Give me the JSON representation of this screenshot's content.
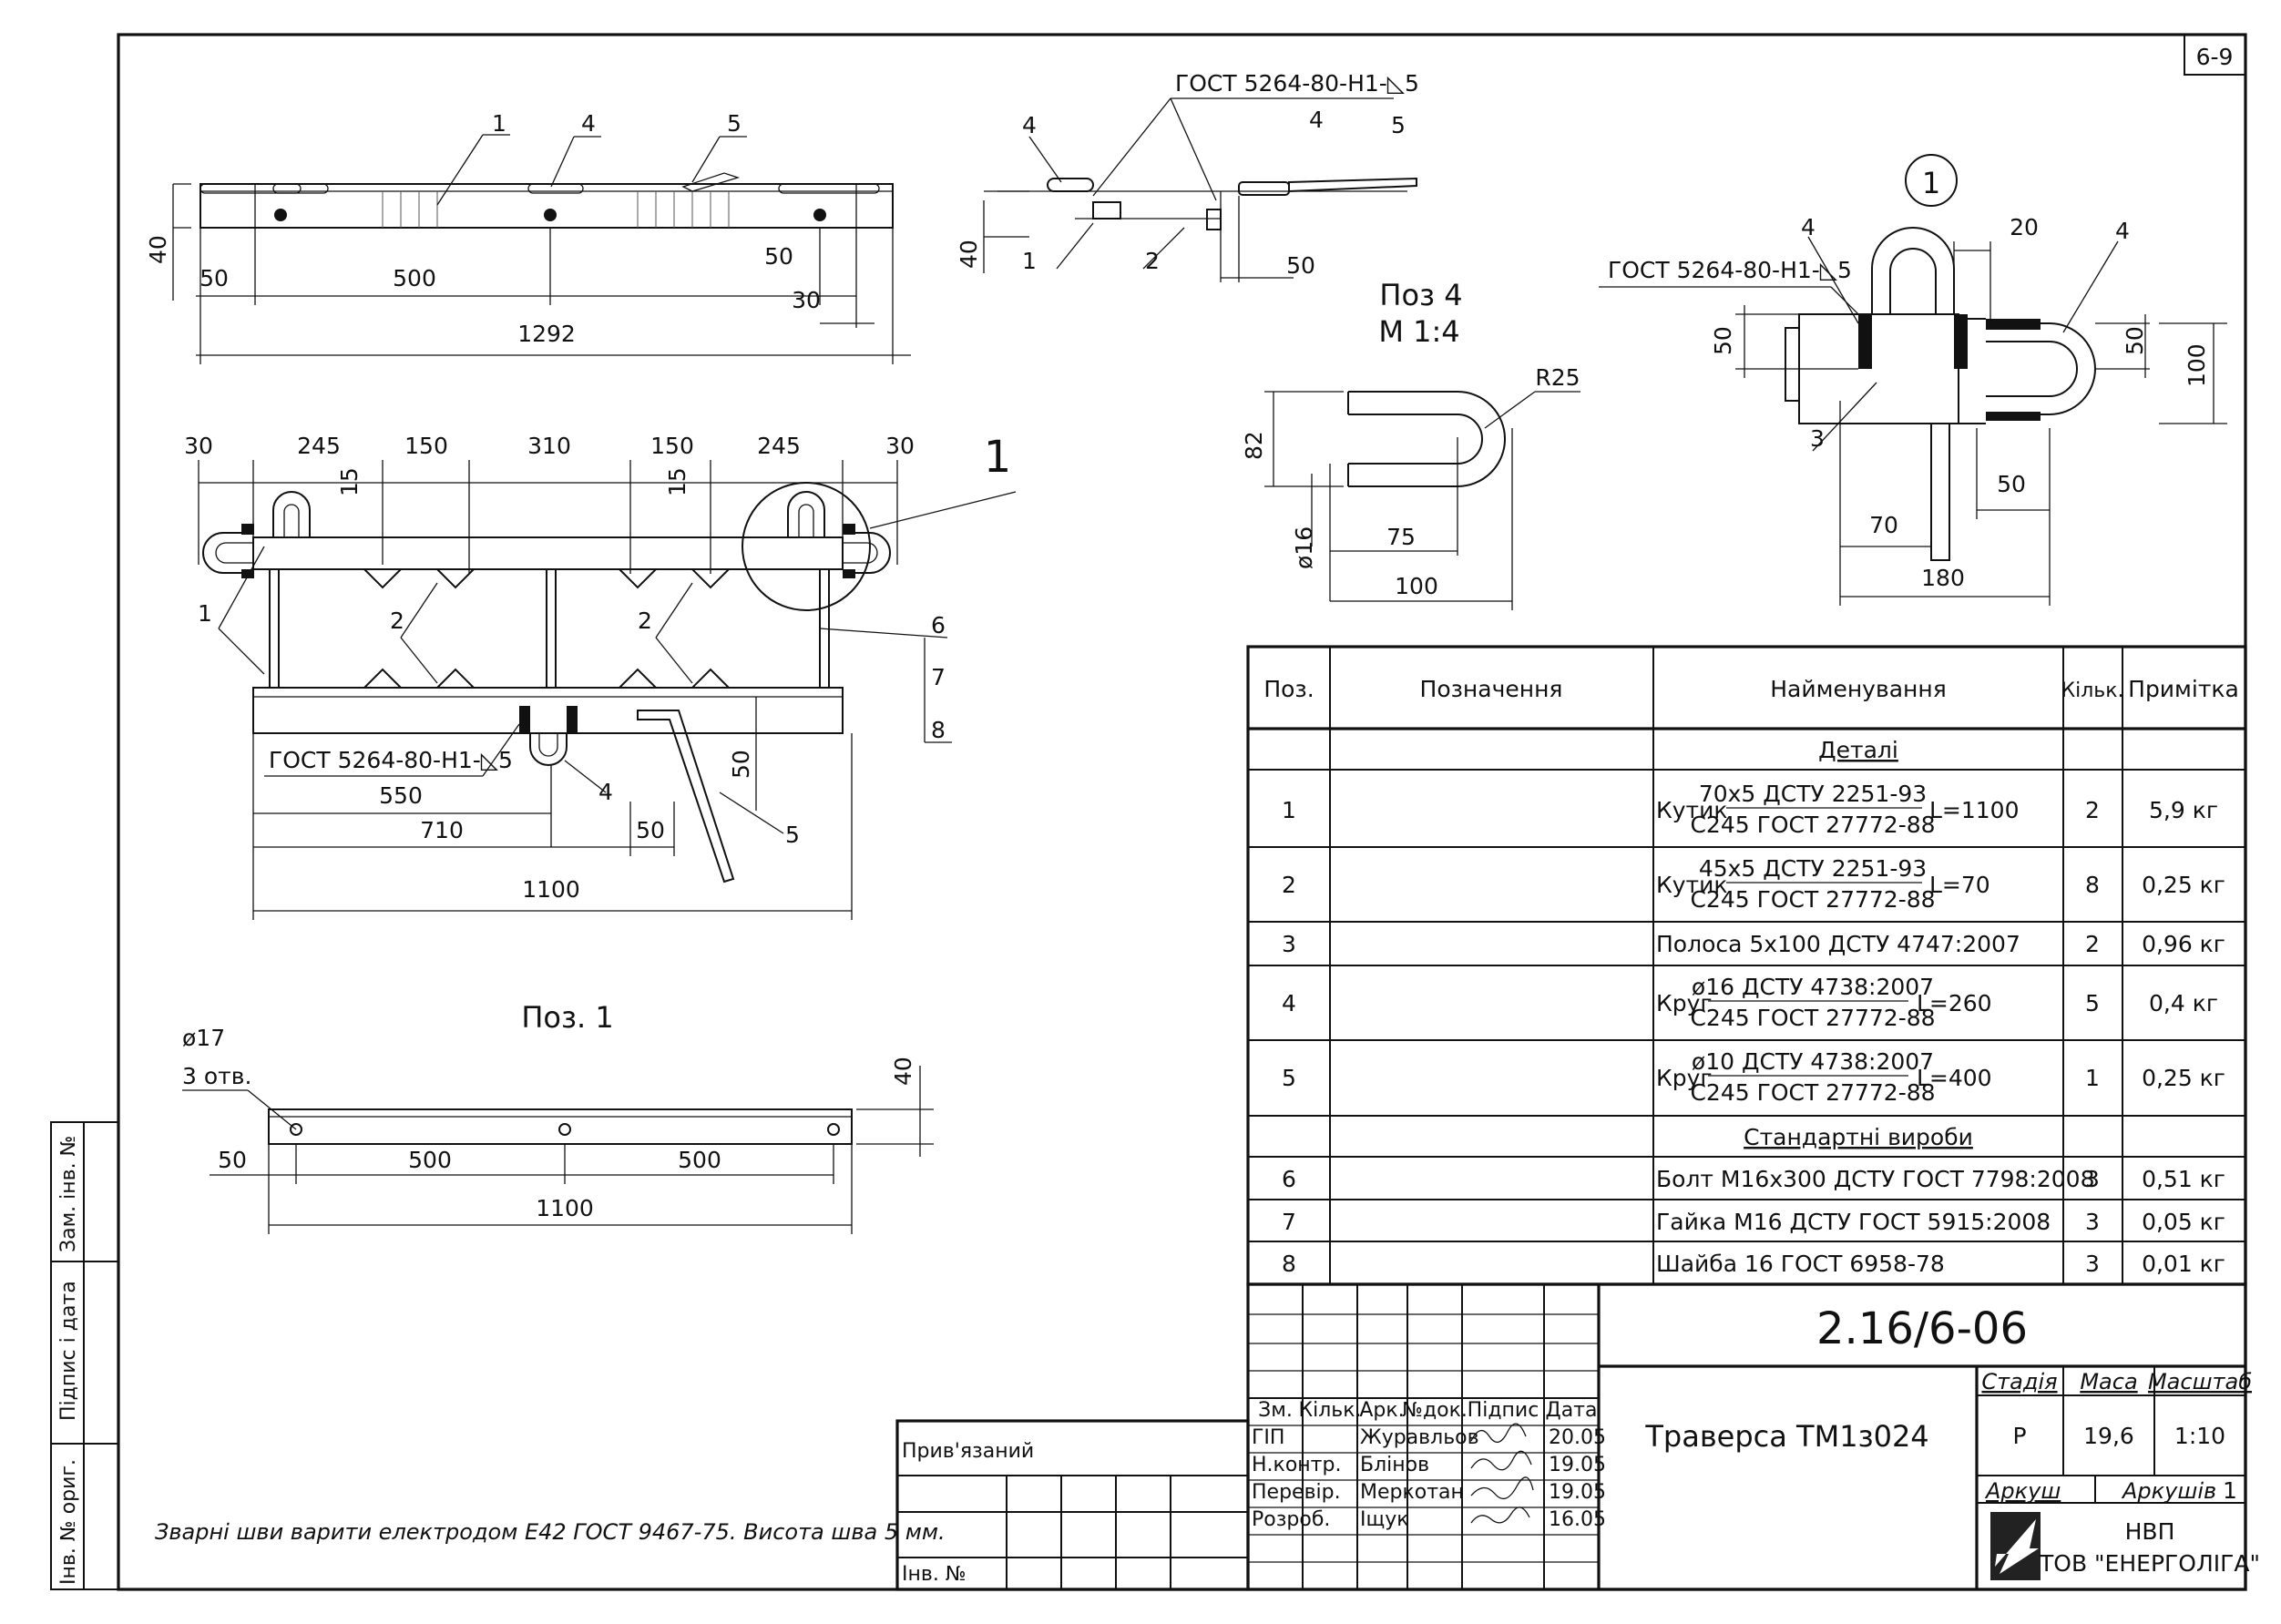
{
  "sheet": {
    "code": "6-9",
    "weld_note": "Зварні шви варити електродом Е42 ГОСТ 9467-75. Висота шва 5 мм."
  },
  "top_view": {
    "labels": [
      "1",
      "4",
      "5"
    ],
    "dims": {
      "h": "40",
      "a": "50",
      "b": "500",
      "c": "50",
      "d": "30",
      "total": "1292"
    }
  },
  "end_view": {
    "weld": "ГОСТ 5264-80-Н1-◺5",
    "labels": {
      "p4a": "4",
      "p4b": "4",
      "p5": "5",
      "p1": "1",
      "p2": "2"
    },
    "dims": {
      "h": "40",
      "w": "50"
    }
  },
  "plan_view": {
    "top_dims": [
      "30",
      "245",
      "150",
      "310",
      "150",
      "245",
      "30"
    ],
    "side_dims": [
      "15",
      "15"
    ],
    "callout": "1",
    "labels": {
      "p1": "1",
      "p2a": "2",
      "p2b": "2",
      "p6": "6",
      "p7": "7",
      "p8": "8",
      "p4": "4",
      "p5": "5"
    },
    "weld": "ГОСТ 5264-80-Н1-◺5",
    "bottom_dims": {
      "d550": "550",
      "d50v": "50",
      "d710": "710",
      "d50": "50",
      "d1100": "1100"
    }
  },
  "pos4": {
    "title": "Поз 4",
    "scale": "М 1:4",
    "dims": {
      "r": "R25",
      "h": "82",
      "dia": "ø16",
      "l75": "75",
      "l100": "100"
    }
  },
  "detail1": {
    "number": "1",
    "weld": "ГОСТ 5264-80-Н1-◺5",
    "labels": {
      "p4a": "4",
      "p4b": "4",
      "p3": "3"
    },
    "dims": {
      "d20": "20",
      "d50a": "50",
      "d50b": "50",
      "d100": "100",
      "d50c": "50",
      "d70": "70",
      "d180": "180"
    }
  },
  "pos1": {
    "title": "Поз. 1",
    "hole": "ø17",
    "hole_count": "3 отв.",
    "dims": {
      "h": "40",
      "a": "50",
      "b": "500",
      "c": "500",
      "total": "1100"
    }
  },
  "spec": {
    "headers": {
      "pos": "Поз.",
      "desig": "Позначення",
      "name": "Найменування",
      "qty": "Кільк.",
      "note": "Примітка"
    },
    "section_parts": "Деталі",
    "section_std": "Стандартні вироби",
    "parts": [
      {
        "pos": "1",
        "prefix": "Кутик",
        "num": "70х5 ДСТУ 2251-93",
        "den": "С245 ГОСТ 27772-88",
        "suffix": "L=1100",
        "qty": "2",
        "note": "5,9 кг"
      },
      {
        "pos": "2",
        "prefix": "Кутик",
        "num": "45х5 ДСТУ 2251-93",
        "den": "С245 ГОСТ 27772-88",
        "suffix": "L=70",
        "qty": "8",
        "note": "0,25 кг"
      },
      {
        "pos": "3",
        "name": "Полоса 5х100 ДСТУ 4747:2007",
        "qty": "2",
        "note": "0,96 кг"
      },
      {
        "pos": "4",
        "prefix": "Круг",
        "num": "ø16 ДСТУ 4738:2007",
        "den": "С245 ГОСТ 27772-88",
        "suffix": "L=260",
        "qty": "5",
        "note": "0,4 кг"
      },
      {
        "pos": "5",
        "prefix": "Круг",
        "num": "ø10 ДСТУ 4738:2007",
        "den": "С245 ГОСТ 27772-88",
        "suffix": "L=400",
        "qty": "1",
        "note": "0,25 кг"
      }
    ],
    "std": [
      {
        "pos": "6",
        "name": "Болт М16х300 ДСТУ ГОСТ 7798:2008",
        "qty": "3",
        "note": "0,51 кг"
      },
      {
        "pos": "7",
        "name": "Гайка М16 ДСТУ ГОСТ 5915:2008",
        "qty": "3",
        "note": "0,05 кг"
      },
      {
        "pos": "8",
        "name": "Шайба 16 ГОСТ 6958-78",
        "qty": "3",
        "note": "0,01 кг"
      }
    ]
  },
  "title_block": {
    "doc_code": "2.16/6-06",
    "title": "Траверса ТМ1з024",
    "stage_label": "Стадія",
    "stage": "Р",
    "mass_label": "Маса",
    "mass": "19,6",
    "scale_label": "Масштаб",
    "scale": "1:10",
    "sheet_label": "Аркуш",
    "sheets_label": "Аркушів",
    "sheets": "1",
    "company_line1": "НВП",
    "company_line2": "ТОВ \"ЕНЕРГОЛІГА\"",
    "header": {
      "zm": "Зм.",
      "kilk": "Кільк.",
      "ark": "Арк.",
      "ndoc": "№док.",
      "sign": "Підпис",
      "date": "Дата"
    },
    "roles": [
      {
        "role": "ГІП",
        "name": "Журавльов",
        "date": "20.05"
      },
      {
        "role": "Н.контр.",
        "name": "Блінов",
        "date": "19.05"
      },
      {
        "role": "Перевір.",
        "name": "Меркотан",
        "date": "19.05"
      },
      {
        "role": "Розроб.",
        "name": "Іщук",
        "date": "16.05"
      }
    ]
  },
  "binding": {
    "label": "Прив'язаний",
    "inv": "Інв. №"
  },
  "side_stamp": {
    "zam": "Зам. інв. №",
    "sign": "Підпис і дата",
    "orig": "Інв. № ориг."
  }
}
